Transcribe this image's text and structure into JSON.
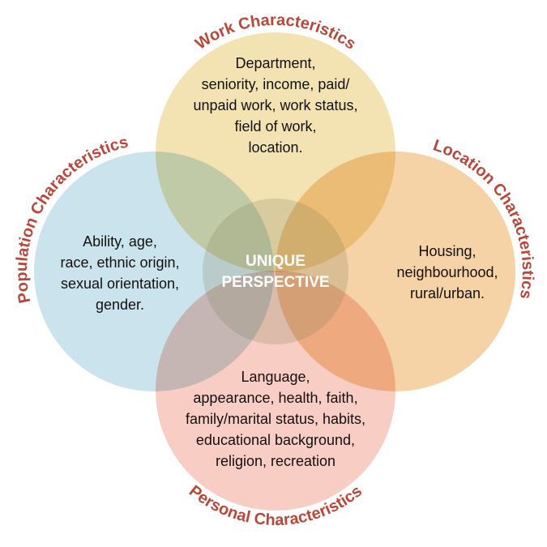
{
  "colors": {
    "work": "#f3e3b3",
    "population": "#c6e0ea",
    "location": "#f5ce9c",
    "personal": "#f8c8bd",
    "label": "#b8473a"
  },
  "work": {
    "title": "Work Characteristics",
    "lines": [
      "Department,",
      "seniority, income, paid/",
      "unpaid work, work status,",
      "field of work,",
      "location."
    ]
  },
  "population": {
    "title": "Population Characteristics",
    "lines": [
      "Ability, age,",
      "race, ethnic origin,",
      "sexual orientation,",
      "gender."
    ]
  },
  "location": {
    "title": "Location Characteristics",
    "lines": [
      "Housing,",
      "neighbourhood,",
      "rural/urban."
    ]
  },
  "personal": {
    "title": "Personal Characteristics",
    "lines": [
      "Language,",
      "appearance, health, faith,",
      "family/marital status, habits,",
      "educational background,",
      "religion, recreation"
    ]
  },
  "center": {
    "lines": [
      "UNIQUE",
      "PERSPECTIVE"
    ]
  }
}
